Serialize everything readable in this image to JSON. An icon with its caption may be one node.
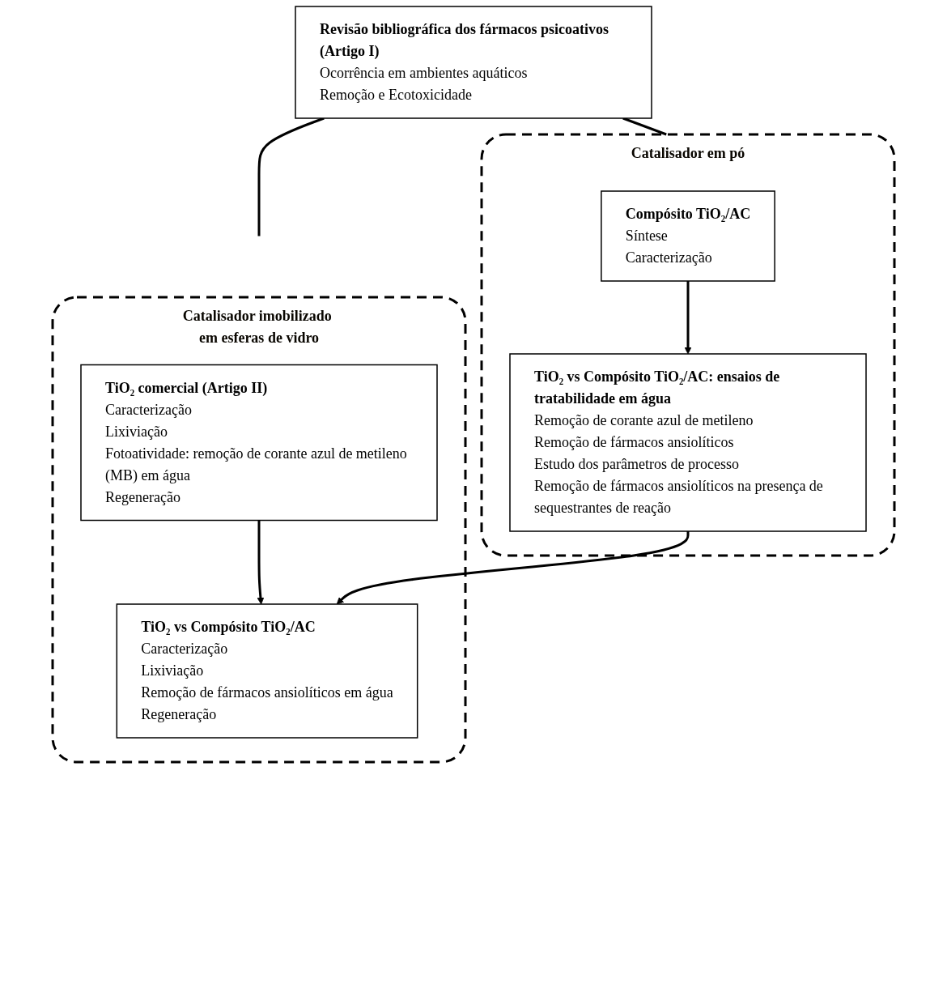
{
  "diagram": {
    "nodes": [
      {
        "text": [
          "Revisão bibliográfica dos fármacos psicoativos (Artigo I)",
          "Ocorrência em ambientes aquáticos",
          "Remoção e Ecotoxicidade"
        ]
      },
      {
        "text": [
          "Catalisador imobilizado em esferas de vidro"
        ]
      },
      {
        "text": [
          "TiO₂ comercial (Artigo II)",
          "Caracterização",
          "Lixiviação",
          "Fotoatividade: remoção de corante azul de metileno (MB) em água",
          "Regeneração"
        ],
        "in": 1
      },
      {
        "text": [
          "TiO₂ vs Compósito TiO₂/AC",
          "Caracterização",
          "Lixiviação",
          "Remoção de fármacos ansiolíticos em água",
          "Regeneração"
        ],
        "in": 1
      },
      {
        "text": [
          "Catalisador em pó"
        ]
      },
      {
        "text": [
          "Compósito TiO₂/AC",
          "Síntese",
          "Caracterização"
        ],
        "in": 4
      },
      {
        "text": [
          "TiO₂ vs Compósito TiO₂/AC: ensaios de tratabilidade em água",
          "Remoção de corante azul de metileno",
          "Remoção de fármacos ansiolíticos",
          "Estudo dos parâmetros de processo",
          "Remoção de fármacos ansiolíticos na presença de sequestrantes de reação"
        ],
        "in": 4
      }
    ],
    "edges": [
      {
        "from": 0,
        "to": 1,
        "arrow": "none"
      },
      {
        "from": 0,
        "to": 4,
        "arrow": "none"
      },
      {
        "from": 2,
        "to": 3,
        "arrow": "to"
      },
      {
        "from": 5,
        "to": 6,
        "arrow": "to"
      },
      {
        "from": 6,
        "to": 3,
        "arrow": "to"
      }
    ]
  }
}
